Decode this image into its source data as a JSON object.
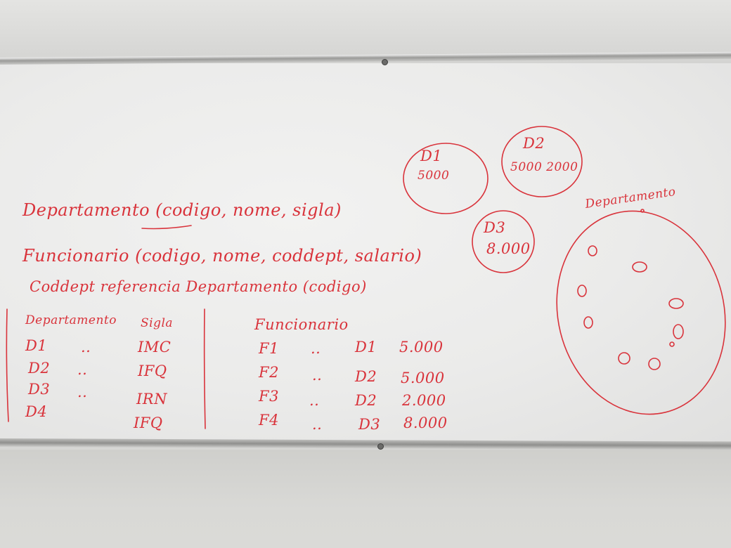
{
  "board": {
    "schema": {
      "departamento": "Departamento (codigo, nome, sigla)",
      "funcionario": "Funcionario (codigo, nome, coddept, salario)",
      "reference": "Coddept referencia Departamento (codigo)"
    },
    "left_table": {
      "col1_header": "Departamento",
      "col2_header": "Sigla",
      "rows": [
        {
          "code": "D1",
          "dots": "..",
          "sigla": "IMC"
        },
        {
          "code": "D2",
          "dots": "..",
          "sigla": "IFQ"
        },
        {
          "code": "D3",
          "dots": "..",
          "sigla": "IRN"
        },
        {
          "code": "D4",
          "dots": "",
          "sigla": "IFQ"
        }
      ]
    },
    "right_table": {
      "header": "Funcionario",
      "rows": [
        {
          "code": "F1",
          "dots": "..",
          "dept": "D1",
          "salary": "5.000"
        },
        {
          "code": "F2",
          "dots": "..",
          "dept": "D2",
          "salary": "5.000"
        },
        {
          "code": "F3",
          "dots": "..",
          "dept": "D2",
          "salary": "2.000"
        },
        {
          "code": "F4",
          "dots": "..",
          "dept": "D3",
          "salary": "8.000"
        }
      ]
    },
    "circles": [
      {
        "label": "D1",
        "value": "5000"
      },
      {
        "label": "D2",
        "value": "5000 2000"
      },
      {
        "label": "D3",
        "value": "8.000"
      }
    ],
    "set_label": "Departamento",
    "set_dots_count": 10,
    "ink_color": "#d9333b"
  }
}
